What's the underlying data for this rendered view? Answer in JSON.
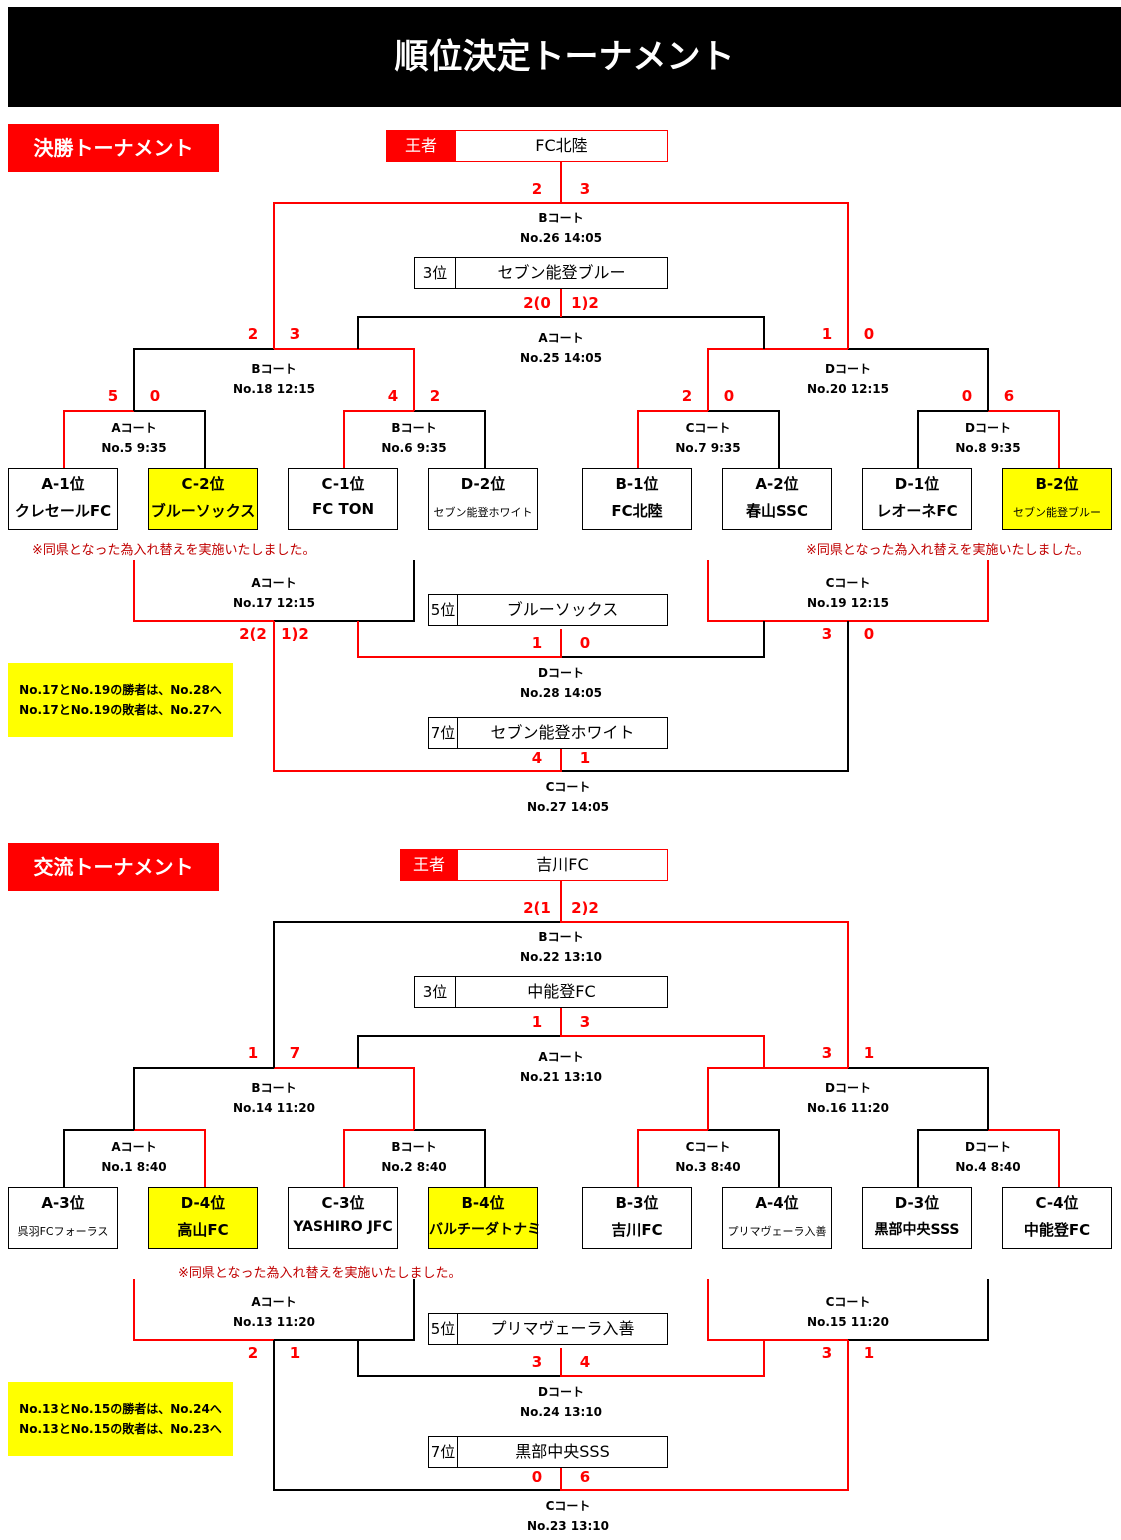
{
  "title": "順位決定トーナメント",
  "sections": [
    {
      "heading": "決勝トーナメント",
      "champion_label": "王者",
      "champion": "FC北陸",
      "ranks": [
        {
          "label": "3位",
          "team": "セブン能登ブルー"
        },
        {
          "label": "5位",
          "team": "ブルーソックス"
        },
        {
          "label": "7位",
          "team": "セブン能登ホワイト"
        }
      ],
      "teams": [
        {
          "seed": "A-1位",
          "name": "クレセールFC",
          "highlight": false
        },
        {
          "seed": "C-2位",
          "name": "ブルーソックス",
          "highlight": true
        },
        {
          "seed": "C-1位",
          "name": "FC TON",
          "highlight": false
        },
        {
          "seed": "D-2位",
          "name": "セブン能登ホワイト",
          "highlight": false
        },
        {
          "seed": "B-1位",
          "name": "FC北陸",
          "highlight": false
        },
        {
          "seed": "A-2位",
          "name": "春山SSC",
          "highlight": false
        },
        {
          "seed": "D-1位",
          "name": "レオーネFC",
          "highlight": false
        },
        {
          "seed": "B-2位",
          "name": "セブン能登ブルー",
          "highlight": true
        }
      ],
      "matches": [
        {
          "court": "Aコート",
          "no": "No.5 9:35"
        },
        {
          "court": "Bコート",
          "no": "No.6 9:35"
        },
        {
          "court": "Cコート",
          "no": "No.7 9:35"
        },
        {
          "court": "Dコート",
          "no": "No.8 9:35"
        },
        {
          "court": "Bコート",
          "no": "No.18 12:15"
        },
        {
          "court": "Dコート",
          "no": "No.20 12:15"
        },
        {
          "court": "Aコート",
          "no": "No.25 14:05"
        },
        {
          "court": "Bコート",
          "no": "No.26 14:05"
        },
        {
          "court": "Aコート",
          "no": "No.17 12:15"
        },
        {
          "court": "Cコート",
          "no": "No.19 12:15"
        },
        {
          "court": "Dコート",
          "no": "No.28 14:05"
        },
        {
          "court": "Cコート",
          "no": "No.27 14:05"
        }
      ],
      "scores": [
        "5",
        "0",
        "4",
        "2",
        "2",
        "0",
        "0",
        "6",
        "2",
        "3",
        "1",
        "0",
        "2(0",
        "1)2",
        "2",
        "3",
        "2(2",
        "1)2",
        "3",
        "0",
        "1",
        "0",
        "4",
        "1"
      ],
      "notes": [
        "※同県となった為入れ替えを実施いたしました。",
        "※同県となった為入れ替えを実施いたしました。"
      ],
      "info": [
        "No.17とNo.19の勝者は、No.28へ",
        "No.17とNo.19の敗者は、No.27へ"
      ]
    },
    {
      "heading": "交流トーナメント",
      "champion_label": "王者",
      "champion": "吉川FC",
      "ranks": [
        {
          "label": "3位",
          "team": "中能登FC"
        },
        {
          "label": "5位",
          "team": "プリマヴェーラ入善"
        },
        {
          "label": "7位",
          "team": "黒部中央SSS"
        }
      ],
      "teams": [
        {
          "seed": "A-3位",
          "name": "呉羽FCフォーラス",
          "highlight": false
        },
        {
          "seed": "D-4位",
          "name": "高山FC",
          "highlight": true
        },
        {
          "seed": "C-3位",
          "name": "YASHIRO JFC",
          "highlight": false
        },
        {
          "seed": "B-4位",
          "name": "バルチーダトナミ",
          "highlight": true
        },
        {
          "seed": "B-3位",
          "name": "吉川FC",
          "highlight": false
        },
        {
          "seed": "A-4位",
          "name": "プリマヴェーラ入善",
          "highlight": false
        },
        {
          "seed": "D-3位",
          "name": "黒部中央SSS",
          "highlight": false
        },
        {
          "seed": "C-4位",
          "name": "中能登FC",
          "highlight": false
        }
      ],
      "matches": [
        {
          "court": "Aコート",
          "no": "No.1 8:40"
        },
        {
          "court": "Bコート",
          "no": "No.2 8:40"
        },
        {
          "court": "Cコート",
          "no": "No.3 8:40"
        },
        {
          "court": "Dコート",
          "no": "No.4 8:40"
        },
        {
          "court": "Bコート",
          "no": "No.14 11:20"
        },
        {
          "court": "Dコート",
          "no": "No.16 11:20"
        },
        {
          "court": "Aコート",
          "no": "No.21 13:10"
        },
        {
          "court": "Bコート",
          "no": "No.22 13:10"
        },
        {
          "court": "Aコート",
          "no": "No.13 11:20"
        },
        {
          "court": "Cコート",
          "no": "No.15 11:20"
        },
        {
          "court": "Dコート",
          "no": "No.24 13:10"
        },
        {
          "court": "Cコート",
          "no": "No.23 13:10"
        }
      ],
      "scores": [
        "1",
        "7",
        "3",
        "1",
        "1",
        "3",
        "2(1",
        "2)2",
        "2",
        "1",
        "3",
        "1",
        "3",
        "4",
        "0",
        "6"
      ],
      "notes": [
        "※同県となった為入れ替えを実施いたしました。"
      ],
      "info": [
        "No.13とNo.15の勝者は、No.24へ",
        "No.13とNo.15の敗者は、No.23へ"
      ]
    }
  ]
}
